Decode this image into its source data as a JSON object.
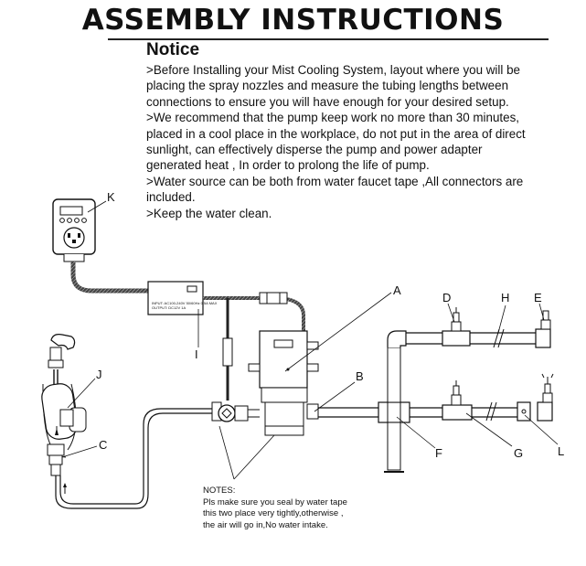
{
  "title": "ASSEMBLY INSTRUCTIONS",
  "notice": {
    "heading": "Notice",
    "lines": [
      ">Before Installing your Mist  Cooling System,  layout where you will be",
      "placing the spray nozzles  and measure the tubing lengths between",
      "connections to ensure you will have enough for your desired setup.",
      ">We recommend that the pump keep work no more than 30 minutes,",
      "placed in a cool place in the workplace, do not put in the area of direct",
      "sunlight, can effectively disperse the pump  and power adapter",
      "generated heat , In order to prolong the life of pump.",
      ">Water source can be both from water faucet tape ,All connectors are",
      "included.",
      ">Keep the water clean."
    ]
  },
  "diagram": {
    "labels": {
      "a": "A",
      "b": "B",
      "c": "C",
      "d": "D",
      "e": "E",
      "f": "F",
      "g": "G",
      "h": "H",
      "i": "I",
      "j": "J",
      "k": "K",
      "l": "L"
    },
    "adapter_text": [
      "INPUT: AC100-240V 50/60Hz 0.5A MAX",
      "OUTPUT: DC12V 1A"
    ]
  },
  "notes": {
    "lines": [
      "NOTES:",
      "Pls make sure you seal by water tape",
      "this two place very tightly,otherwise ,",
      "the air will go in,No water intake."
    ]
  }
}
